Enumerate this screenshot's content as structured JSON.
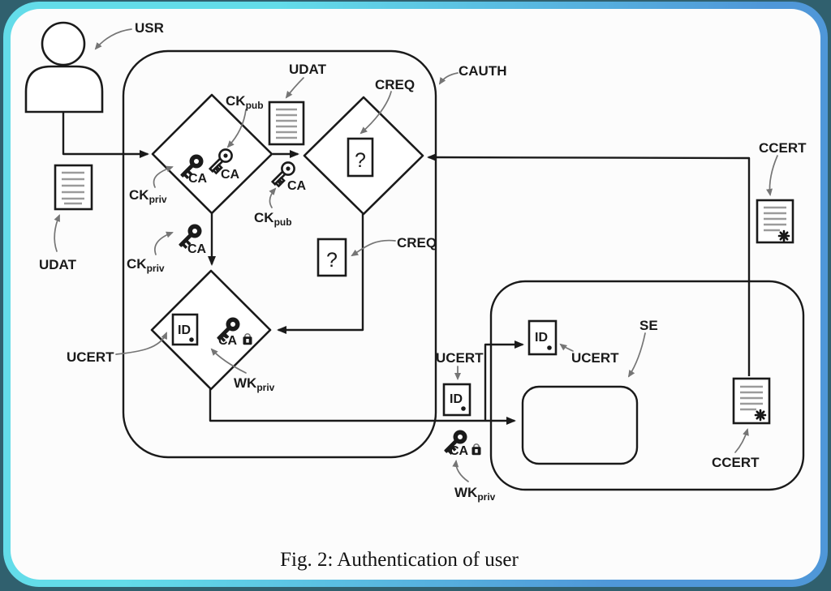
{
  "figure": {
    "caption": "Fig. 2: Authentication of user"
  },
  "labels": {
    "usr": "USR",
    "udat": "UDAT",
    "cauth": "CAUTH",
    "creq": "CREQ",
    "ccert": "CCERT",
    "ucert": "UCERT",
    "se": "SE"
  },
  "glyphs": {
    "ca": "CA",
    "id": "ID",
    "question": "?",
    "ck": "CK",
    "wk": "WK",
    "sub_pub": "pub",
    "sub_priv": "priv"
  },
  "colors": {
    "outer": "#30606e",
    "border_start": "#63dce9",
    "border_end": "#4f97d8",
    "canvas": "#fcfcfc",
    "line": "#1a1a1a",
    "annotation": "#757575",
    "doc_lines": "#9b9b9b"
  }
}
